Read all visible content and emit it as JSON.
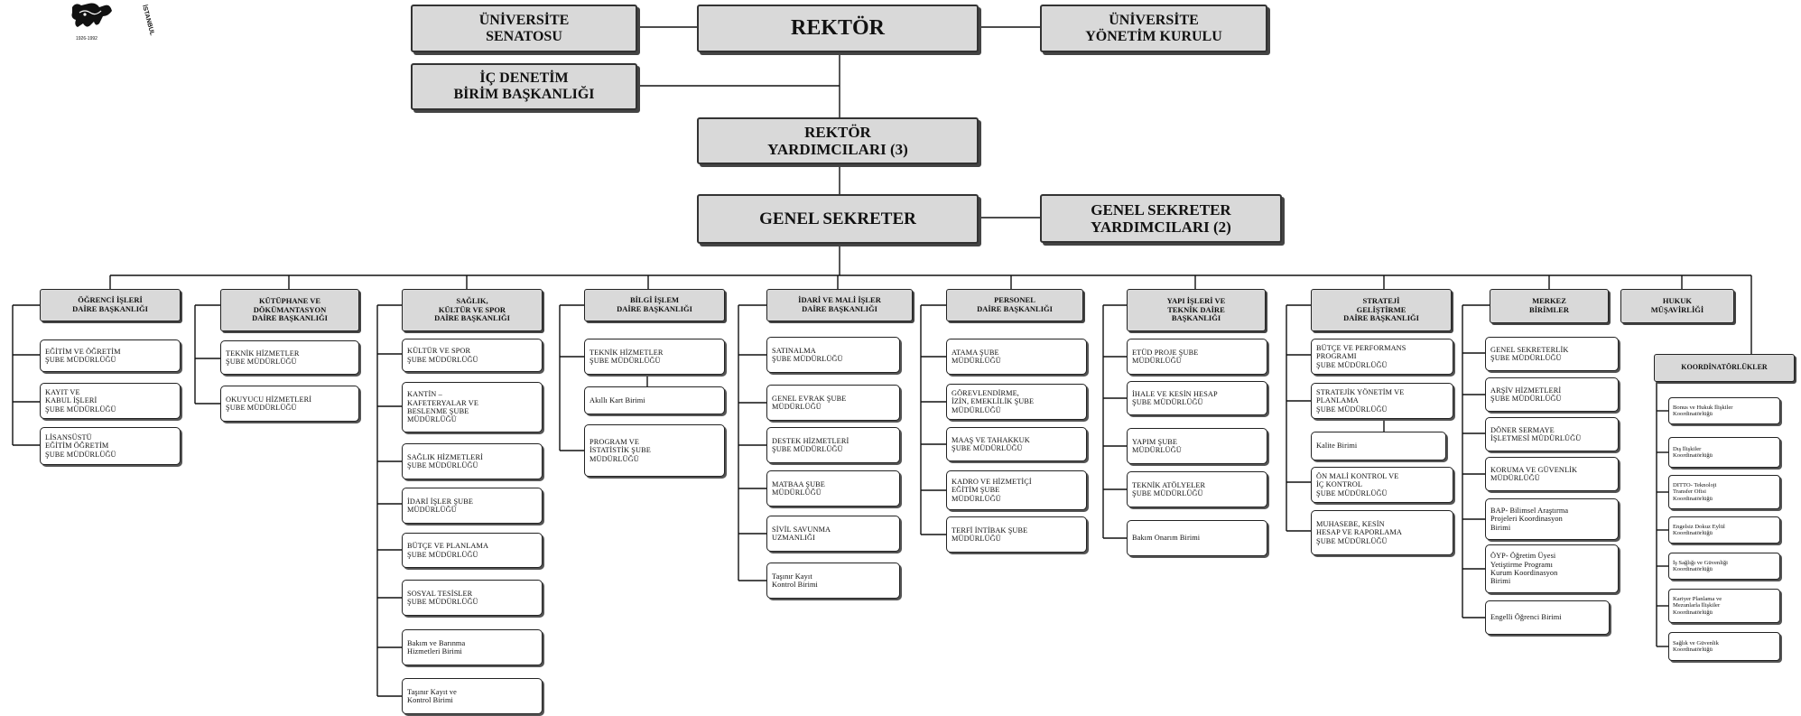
{
  "logo": {
    "year_text": "1926-1992",
    "side_text": "İSTANBUL"
  },
  "top": {
    "rektor": "REKTÖR",
    "senato": "ÜNİVERSİTE\nSENATOSU",
    "yonetim_kurulu": "ÜNİVERSİTE\nYÖNETİM KURULU",
    "ic_denetim": "İÇ DENETİM\nBİRİM BAŞKANLIĞI",
    "rektor_yardimcilari": "REKTÖR\nYARDIMCILARI (3)",
    "genel_sekreter": "GENEL SEKRETER",
    "gs_yardimcilari": "GENEL SEKRETER\nYARDIMCILARI (2)"
  },
  "departments": [
    {
      "title": "ÖĞRENCİ İŞLERİ\nDAİRE BAŞKANLIĞI",
      "units": [
        "EĞİTİM VE ÖĞRETİM\nŞUBE MÜDÜRLÜĞÜ",
        "KAYIT VE\nKABUL İŞLERİ\nŞUBE MÜDÜRLÜĞÜ",
        "LİSANSÜSTÜ\nEĞİTİM ÖĞRETİM\nŞUBE MÜDÜRLÜĞÜ"
      ]
    },
    {
      "title": "KÜTÜPHANE VE\nDÖKÜMANTASYON\nDAİRE BAŞKANLIĞI",
      "units": [
        "TEKNİK HİZMETLER\nŞUBE MÜDÜRLÜĞÜ",
        "OKUYUCU HİZMETLERİ\nŞUBE MÜDÜRLÜĞÜ"
      ]
    },
    {
      "title": "SAĞLIK,\nKÜLTÜR VE SPOR\nDAİRE BAŞKANLIĞI",
      "units": [
        "KÜLTÜR VE SPOR\nŞUBE MÜDÜRLÜĞÜ",
        "KANTİN –\nKAFETERYALAR VE\nBESLENME ŞUBE\nMÜDÜRLÜĞÜ",
        "SAĞLIK HİZMETLERİ\nŞUBE MÜDÜRLÜĞÜ",
        "İDARİ İŞLER ŞUBE\nMÜDÜRLÜĞÜ",
        "BÜTÇE VE PLANLAMA\nŞUBE MÜDÜRLÜĞÜ",
        "SOSYAL TESİSLER\nŞUBE MÜDÜRLÜĞÜ",
        "Bakım ve Barınma\nHizmetleri Birimi",
        "Taşınır Kayıt ve\nKontrol Birimi"
      ]
    },
    {
      "title": "BİLGİ İŞLEM\nDAİRE BAŞKANLIĞI",
      "units": [
        "TEKNİK HİZMETLER\nŞUBE MÜDÜRLÜĞÜ",
        "Akıllı Kart Birimi",
        "PROGRAM VE\nİSTATİSTİK ŞUBE\nMÜDÜRLÜĞÜ"
      ]
    },
    {
      "title": "İDARİ VE MALİ İŞLER\nDAİRE BAŞKANLIĞI",
      "units": [
        "SATINALMA\nŞUBE MÜDÜRLÜĞÜ",
        "GENEL EVRAK ŞUBE\nMÜDÜRLÜĞÜ",
        "DESTEK HİZMETLERİ\nŞUBE MÜDÜRLÜĞÜ",
        "MATBAA ŞUBE\nMÜDÜRLÜĞÜ",
        "SİVİL SAVUNMA\nUZMANLIĞI",
        "Taşınır Kayıt\nKontrol Birimi"
      ]
    },
    {
      "title": "PERSONEL\nDAİRE BAŞKANLIĞI",
      "units": [
        "ATAMA ŞUBE\nMÜDÜRLÜĞÜ",
        "GÖREVLENDİRME,\nİZİN, EMEKLİLİK ŞUBE\nMÜDÜRLÜĞÜ",
        "MAAŞ VE TAHAKKUK\nŞUBE MÜDÜRLÜĞÜ",
        "KADRO VE HİZMETİÇİ\nEĞİTİM ŞUBE\nMÜDÜRLÜĞÜ",
        "TERFİ İNTİBAK ŞUBE\nMÜDÜRLÜĞÜ"
      ]
    },
    {
      "title": "YAPI İŞLERİ VE\nTEKNİK DAİRE\nBAŞKANLIĞI",
      "units": [
        "ETÜD PROJE ŞUBE\nMÜDÜRLÜĞÜ",
        "İHALE VE KESİN HESAP\nŞUBE MÜDÜRLÜĞÜ",
        "YAPIM ŞUBE\nMÜDÜRLÜĞÜ",
        "TEKNİK ATÖLYELER\nŞUBE MÜDÜRLÜĞÜ",
        "Bakım Onarım Birimi"
      ]
    },
    {
      "title": "STRATEJİ\nGELİŞTİRME\nDAİRE BAŞKANLIĞI",
      "units": [
        "BÜTÇE VE PERFORMANS\nPROGRAMI\nŞUBE MÜDÜRLÜĞÜ",
        "STRATEJİK YÖNETİM VE\nPLANLAMA\nŞUBE MÜDÜRLÜĞÜ",
        "Kalite Birimi",
        "ÖN MALİ KONTROL VE\nİÇ KONTROL\nŞUBE MÜDÜRLÜĞÜ",
        "MUHASEBE, KESİN\nHESAP VE RAPORLAMA\nŞUBE MÜDÜRLÜĞÜ"
      ]
    },
    {
      "title": "MERKEZ\nBİRİMLER",
      "units": [
        "GENEL SEKRETERLİK\nŞUBE MÜDÜRLÜĞÜ",
        "ARŞİV HİZMETLERİ\nŞUBE MÜDÜRLÜĞÜ",
        "DÖNER SERMAYE\nİŞLETMESİ MÜDÜRLÜĞÜ",
        "KORUMA VE GÜVENLİK\nMÜDÜRLÜĞÜ",
        "BAP- Bilimsel Araştırma\nProjeleri Koordinasyon\nBirimi",
        "ÖYP- Öğretim Üyesi\nYetiştirme Programı\nKurum Koordinasyon\nBirimi",
        "Engelli Öğrenci Birimi"
      ]
    },
    {
      "title": "HUKUK\nMÜŞAVİRLİĞİ",
      "units": []
    }
  ],
  "koordinatorlukler": {
    "title": "KOORDİNATÖRLÜKLER",
    "items": [
      "Bonus ve Hukuk İlişkiler\nKoordinatörlüğü",
      "Dış İlişkiler\nKoordinatörlüğü",
      "DITTO- Teknoloji\nTransfer Ofisi\nKoordinatörlüğü",
      "Engelsiz Dokuz Eylül\nKoordinatörlüğü",
      "İş Sağlığı ve Güvenliği\nKoordinatörlüğü",
      "Kariyer Planlama ve\nMezunlarla İlişkiler\nKoordinatörlüğü",
      "Sağlık ve Güvenlik\nKoordinatörlüğü"
    ]
  }
}
